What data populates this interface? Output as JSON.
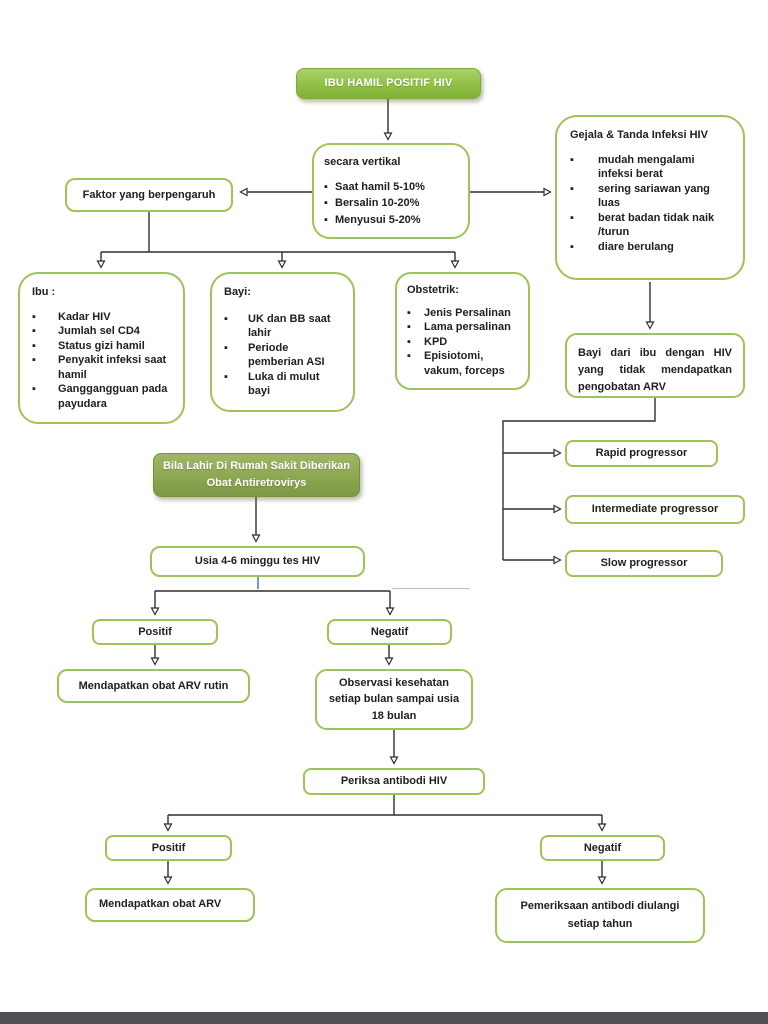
{
  "page": {
    "background": "#ffffff",
    "bottom_bar_color": "#4f5155"
  },
  "colors": {
    "outline_border": "#9ec457",
    "filled_green": "#8ebe43",
    "filled_olive": "#87a24c",
    "text": "#202020",
    "connector": "#2f2f2f",
    "blue_connector": "#4f81bd"
  },
  "nodes": {
    "title": {
      "label": "IBU HAMIL POSITIF HIV"
    },
    "vertikal": {
      "header": "secara vertikal",
      "bullets": [
        "Saat hamil 5-10%",
        "Bersalin 10-20%",
        "Menyusui 5-20%"
      ]
    },
    "faktor": {
      "label": "Faktor yang berpengaruh"
    },
    "gejala": {
      "header": "Gejala & Tanda Infeksi HIV",
      "bullets": [
        "mudah mengalami infeksi berat",
        "sering sariawan yang luas",
        "berat badan tidak naik /turun",
        "diare berulang"
      ]
    },
    "ibu": {
      "header": "Ibu :",
      "bullets": [
        "Kadar HIV",
        "Jumlah sel CD4",
        "Status gizi hamil",
        "Penyakit infeksi saat hamil",
        "Ganggangguan pada payudara"
      ]
    },
    "bayi": {
      "header": "Bayi:",
      "bullets": [
        "UK dan BB saat lahir",
        "Periode pemberian ASI",
        "Luka di mulut bayi"
      ]
    },
    "obstetrik": {
      "header": "Obstetrik:",
      "bullets": [
        "Jenis Persalinan",
        "Lama persalinan",
        "KPD",
        "Episiotomi, vakum, forceps"
      ]
    },
    "bayi_arv": {
      "label": "Bayi dari ibu dengan HIV yang tidak mendapatkan pengobatan ARV"
    },
    "rapid": {
      "label": "Rapid progressor"
    },
    "intermediate": {
      "label": "Intermediate progressor"
    },
    "slow": {
      "label": "Slow progressor"
    },
    "bila_lahir": {
      "label": "Bila Lahir Di Rumah Sakit Diberikan Obat Antiretrovirys"
    },
    "usia": {
      "label": "Usia 4-6 minggu tes HIV"
    },
    "positif_mid": {
      "label": "Positif"
    },
    "negatif_mid": {
      "label": "Negatif"
    },
    "arv_rutin": {
      "label": "Mendapatkan obat ARV rutin"
    },
    "observasi": {
      "label": "Observasi kesehatan setiap bulan sampai usia 18 bulan"
    },
    "periksa": {
      "label": "Periksa antibodi HIV"
    },
    "positif_bot": {
      "label": "Positif"
    },
    "negatif_bot": {
      "label": "Negatif"
    },
    "arv_bot": {
      "label": "Mendapatkan obat ARV"
    },
    "pemeriksaan": {
      "label": "Pemeriksaan antibodi diulangi setiap tahun"
    }
  }
}
